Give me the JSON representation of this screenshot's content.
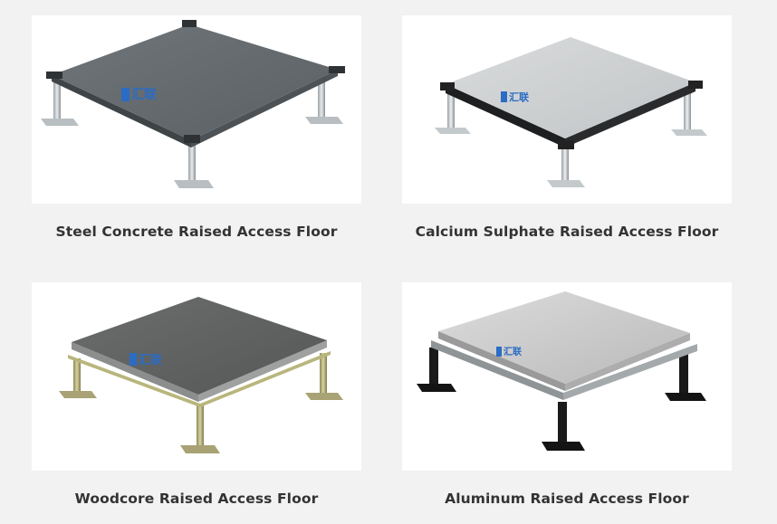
{
  "products": [
    {
      "title": "Steel Concrete Raised Access Floor",
      "icon": "steel-concrete-floor-panel"
    },
    {
      "title": "Calcium Sulphate Raised Access Floor",
      "icon": "calcium-sulphate-floor-panel"
    },
    {
      "title": "Woodcore Raised Access Floor",
      "icon": "woodcore-floor-panel"
    },
    {
      "title": "Aluminum Raised Access Floor",
      "icon": "aluminum-floor-panel"
    }
  ],
  "brand": {
    "logo_text": "汇联"
  },
  "colors": {
    "page_background": "#f2f2f2",
    "card_background": "#ffffff",
    "caption_text": "#333333",
    "logo_blue": "#2b6cc4"
  }
}
